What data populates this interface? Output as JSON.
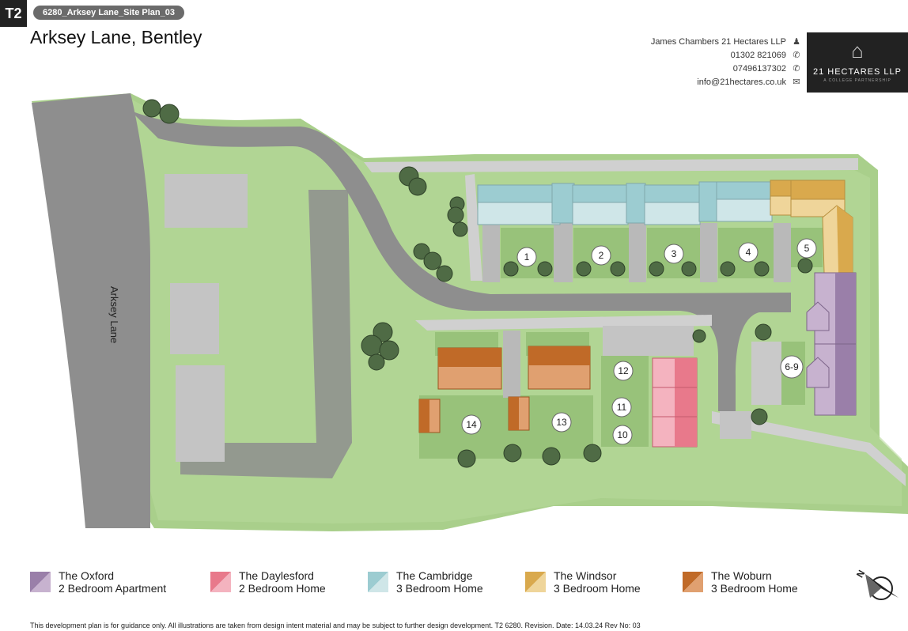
{
  "header": {
    "logo_text": "T2",
    "doc_ref": "6280_Arksey Lane_Site Plan_03",
    "site_title": "Arksey Lane, Bentley"
  },
  "contact": {
    "name_line": "James Chambers 21 Hectares LLP",
    "phone1": "01302 821069",
    "phone2": "07496137302",
    "email": "info@21hectares.co.uk",
    "icons": [
      "people-icon",
      "phone-icon",
      "phone-icon",
      "email-icon"
    ]
  },
  "brand": {
    "name": "21 HECTARES LLP",
    "tagline": "A COLLEGE PARTNERSHIP"
  },
  "map": {
    "road_label": "Arksey Lane",
    "plots": [
      "1",
      "2",
      "3",
      "4",
      "5",
      "6-9",
      "10",
      "11",
      "12",
      "13",
      "14"
    ]
  },
  "legend": [
    {
      "name": "The Oxford",
      "desc": "2 Bedroom Apartment",
      "color_a": "#9a7fa9",
      "color_b": "#c7b2cf"
    },
    {
      "name": "The Daylesford",
      "desc": "2 Bedroom Home",
      "color_a": "#e8798b",
      "color_b": "#f4b3bf"
    },
    {
      "name": "The Cambridge",
      "desc": "3 Bedroom Home",
      "color_a": "#9cccd1",
      "color_b": "#cfe6e8"
    },
    {
      "name": "The Windsor",
      "desc": "3 Bedroom Home",
      "color_a": "#d9a94d",
      "color_b": "#efd59a"
    },
    {
      "name": "The Woburn",
      "desc": "3 Bedroom Home",
      "color_a": "#c06a28",
      "color_b": "#e0a070"
    }
  ],
  "disclaimer": "This development plan is for guidance only. All illustrations are taken from design intent material and may be subject to further design development. T2 6280. Revision. Date: 14.03.24 Rev No: 03"
}
